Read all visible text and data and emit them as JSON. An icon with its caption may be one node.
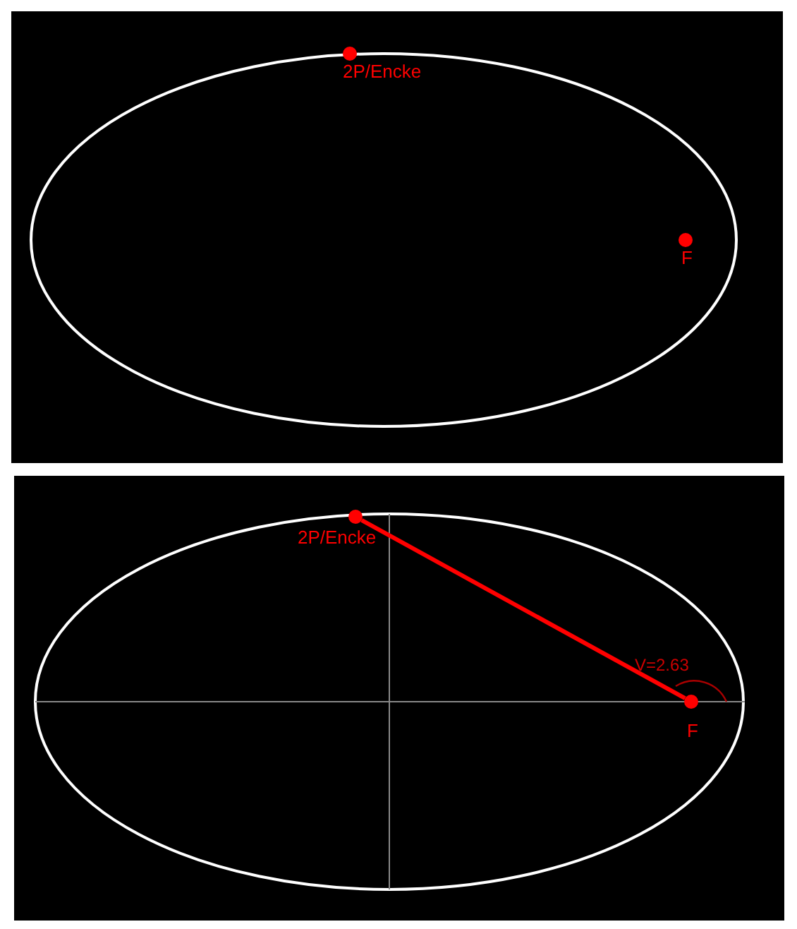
{
  "diagram": {
    "nodes": [
      {
        "text": [],
        "shape": "circle",
        "beside": [
          "2P/Encke"
        ]
      },
      {
        "text": [],
        "shape": "circle",
        "beside": [
          "F"
        ]
      },
      {
        "text": [],
        "shape": "circle",
        "beside": [
          "2P/Encke"
        ]
      },
      {
        "text": [],
        "shape": "circle",
        "beside": [
          "F"
        ]
      }
    ],
    "edges": [
      {
        "from": 2,
        "to": 3,
        "arrow": "none"
      }
    ],
    "labels": [
      "V=2.63"
    ]
  }
}
